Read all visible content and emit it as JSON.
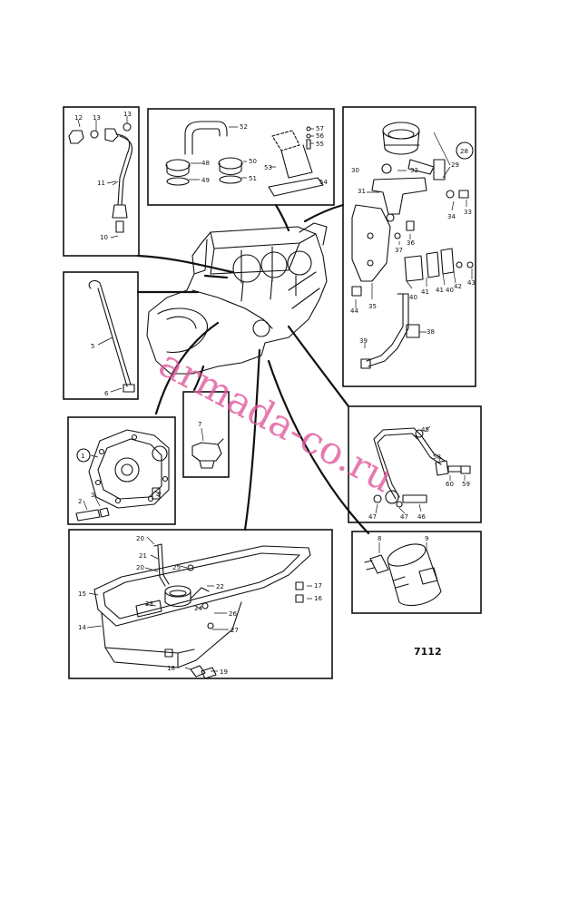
{
  "figure_number": "7112",
  "watermark": "armada-co.ru",
  "panels": {
    "breather_pipe": {
      "labels": [
        "12",
        "13",
        "13",
        "11",
        "10"
      ]
    },
    "filler_cap": {
      "labels": [
        "52",
        "57",
        "56",
        "55",
        "48",
        "49",
        "50",
        "51",
        "53",
        "54"
      ]
    },
    "oil_pressure_gauge": {
      "labels": [
        "28",
        "30",
        "32",
        "29",
        "31",
        "34",
        "33",
        "36",
        "37",
        "41",
        "41",
        "40",
        "42",
        "43",
        "40",
        "44",
        "35",
        "38",
        "39"
      ]
    },
    "dipstick": {
      "labels": [
        "5",
        "6"
      ]
    },
    "timing_cover": {
      "labels": [
        "1",
        "2",
        "3",
        "4"
      ]
    },
    "pressure_sender": {
      "labels": [
        "7"
      ]
    },
    "oil_pipe": {
      "labels": [
        "45",
        "58",
        "60",
        "59",
        "47",
        "47",
        "46"
      ]
    },
    "oil_pan": {
      "labels": [
        "20",
        "21",
        "20",
        "25",
        "22",
        "15",
        "23",
        "24",
        "26",
        "27",
        "14",
        "17",
        "16",
        "18",
        "19"
      ]
    },
    "oil_filter": {
      "labels": [
        "8",
        "9"
      ]
    }
  }
}
